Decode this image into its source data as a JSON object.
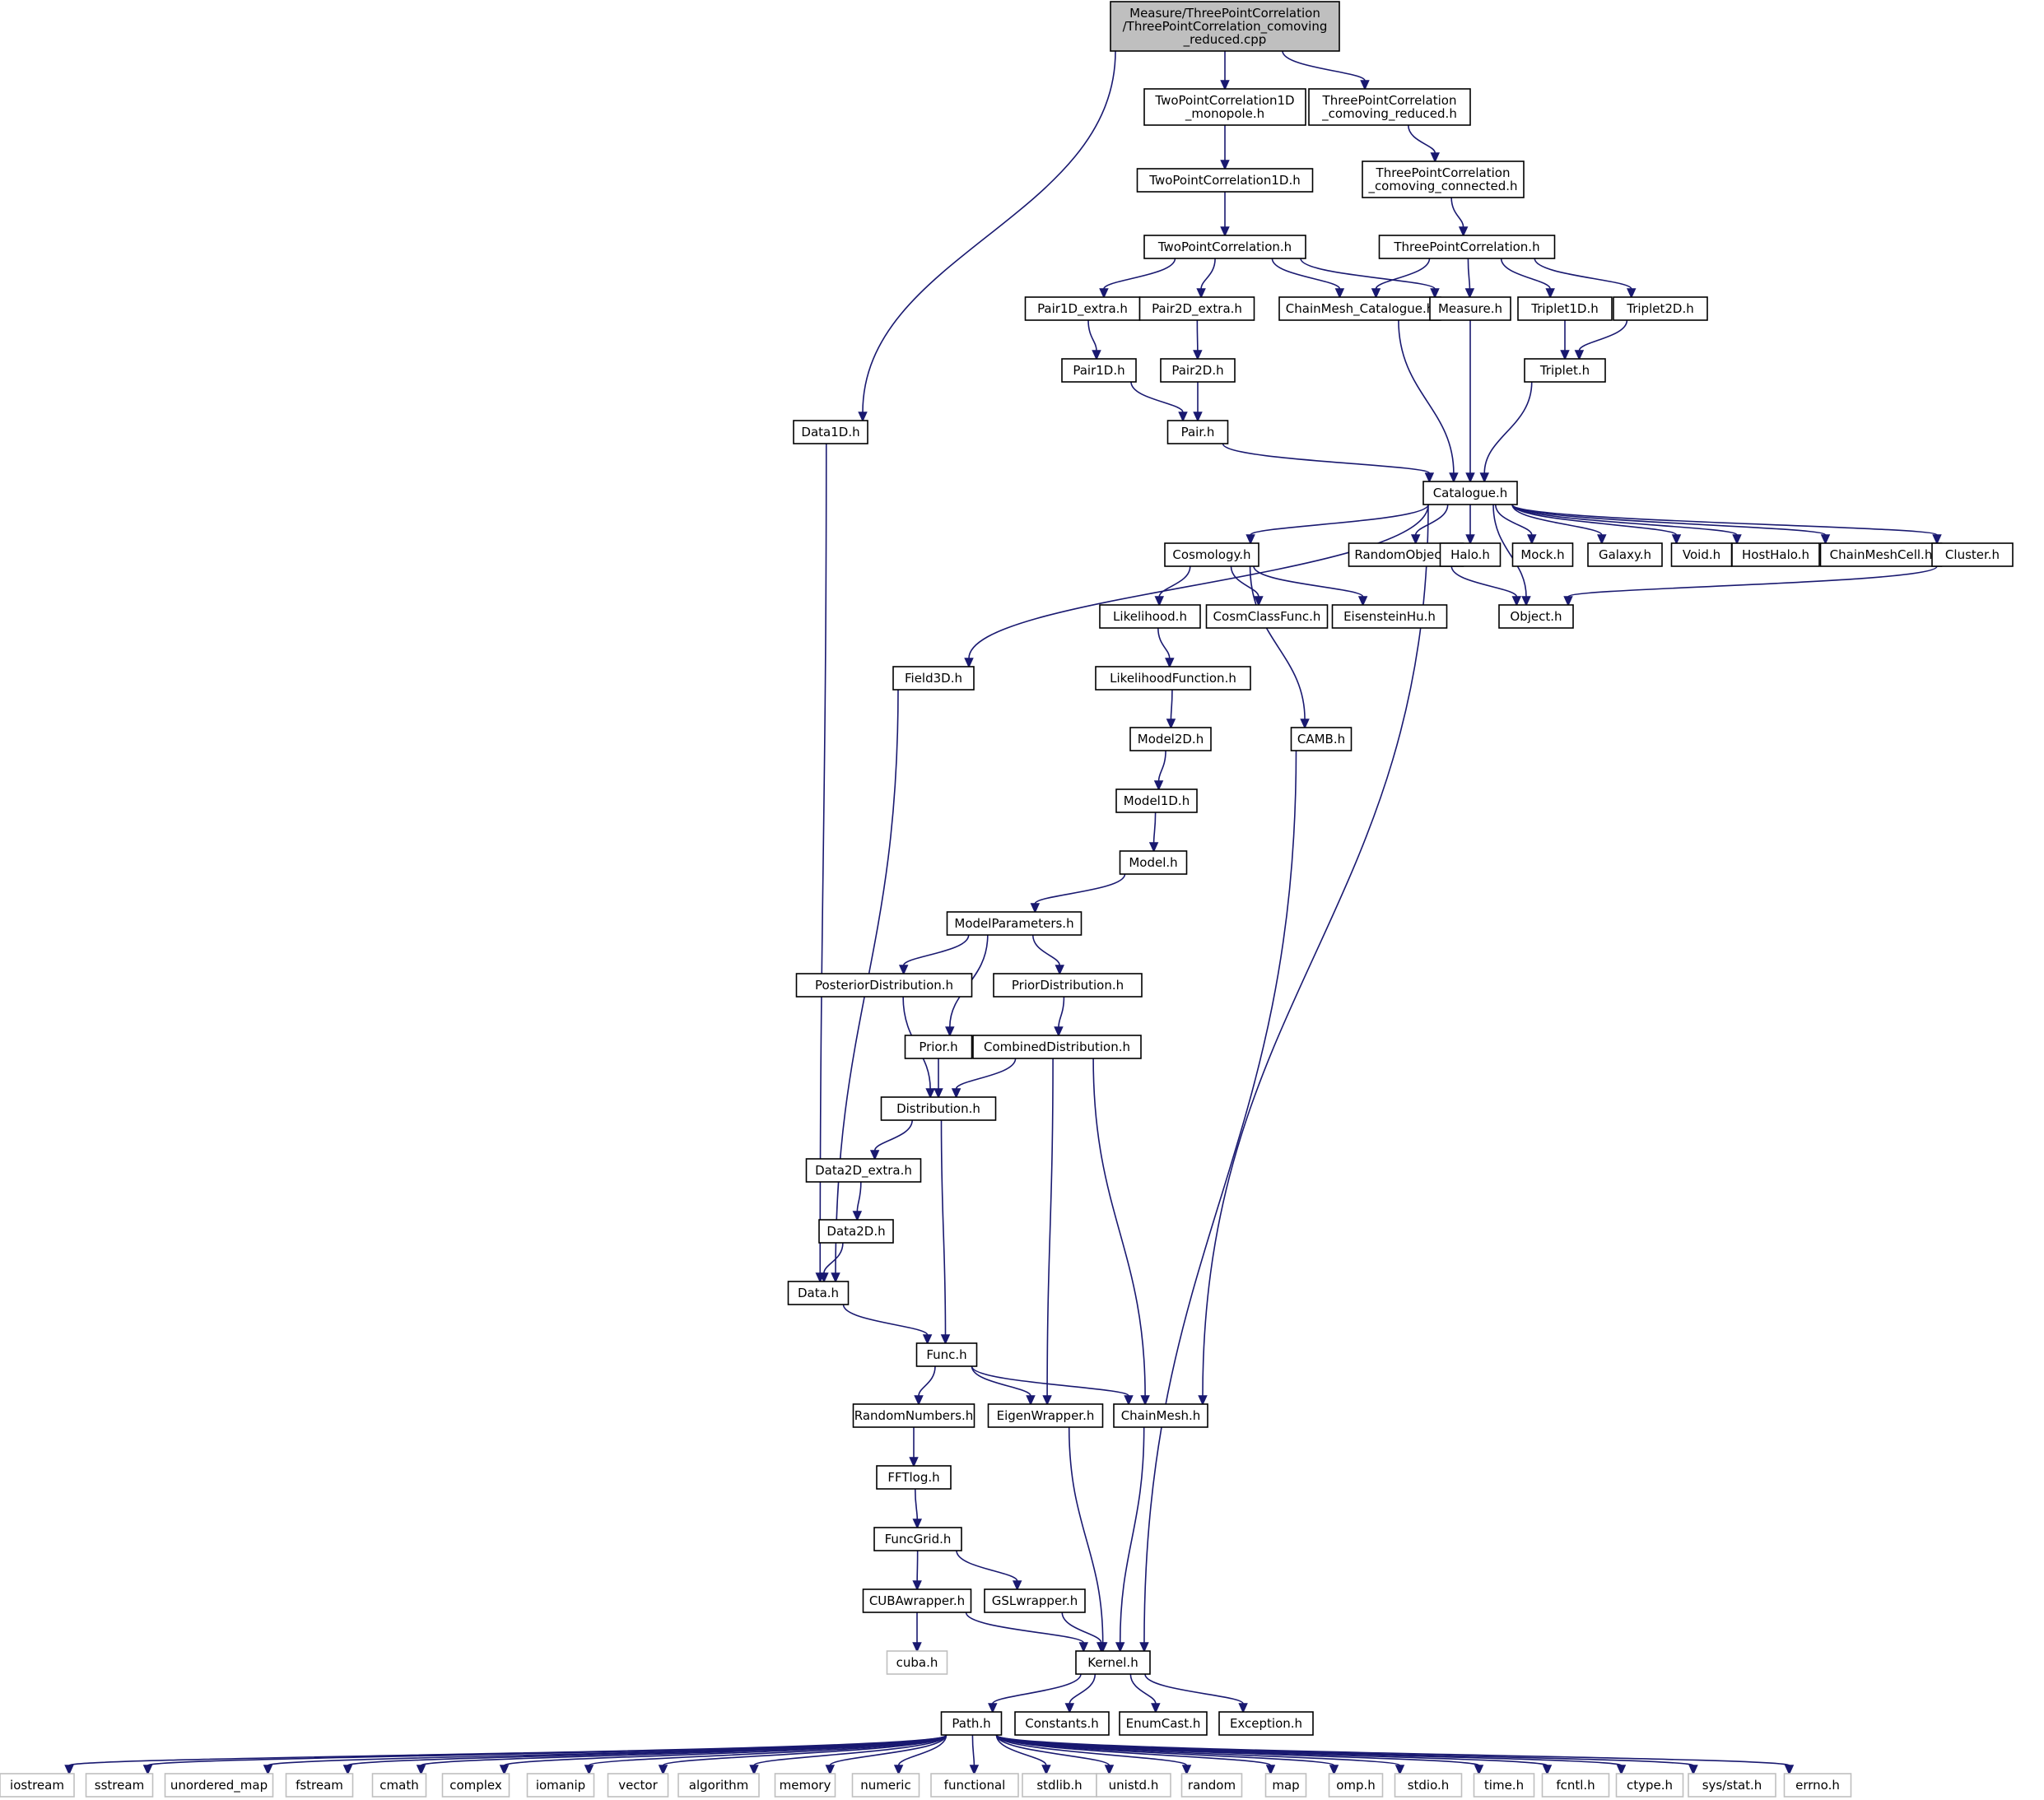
{
  "colors": {
    "edge": "#191970",
    "root_fill": "#bfbfbf",
    "system_header_border": "#bfbfbf",
    "node_border": "#000000"
  },
  "nodes": [
    {
      "id": "root",
      "lines": [
        "Measure/ThreePointCorrelation",
        "/ThreePointCorrelation_comoving",
        "_reduced.cpp"
      ],
      "kind": "root"
    },
    {
      "id": "tpc1d_mono",
      "lines": [
        "TwoPointCorrelation1D",
        "_monopole.h"
      ]
    },
    {
      "id": "threepc_red",
      "lines": [
        "ThreePointCorrelation",
        "_comoving_reduced.h"
      ]
    },
    {
      "id": "tpc1d",
      "lines": [
        "TwoPointCorrelation1D.h"
      ]
    },
    {
      "id": "threepc_con",
      "lines": [
        "ThreePointCorrelation",
        "_comoving_connected.h"
      ]
    },
    {
      "id": "tpc",
      "lines": [
        "TwoPointCorrelation.h"
      ]
    },
    {
      "id": "threepc",
      "lines": [
        "ThreePointCorrelation.h"
      ]
    },
    {
      "id": "pair1d_extra",
      "lines": [
        "Pair1D_extra.h"
      ]
    },
    {
      "id": "pair2d_extra",
      "lines": [
        "Pair2D_extra.h"
      ]
    },
    {
      "id": "chainmesh_cat",
      "lines": [
        "ChainMesh_Catalogue.h"
      ]
    },
    {
      "id": "measure",
      "lines": [
        "Measure.h"
      ]
    },
    {
      "id": "triplet1d",
      "lines": [
        "Triplet1D.h"
      ]
    },
    {
      "id": "triplet2d",
      "lines": [
        "Triplet2D.h"
      ]
    },
    {
      "id": "pair1d",
      "lines": [
        "Pair1D.h"
      ]
    },
    {
      "id": "pair2d",
      "lines": [
        "Pair2D.h"
      ]
    },
    {
      "id": "triplet",
      "lines": [
        "Triplet.h"
      ]
    },
    {
      "id": "data1d",
      "lines": [
        "Data1D.h"
      ]
    },
    {
      "id": "pair",
      "lines": [
        "Pair.h"
      ]
    },
    {
      "id": "catalogue",
      "lines": [
        "Catalogue.h"
      ]
    },
    {
      "id": "cosmology",
      "lines": [
        "Cosmology.h"
      ]
    },
    {
      "id": "randomobject",
      "lines": [
        "RandomObject.h"
      ]
    },
    {
      "id": "halo",
      "lines": [
        "Halo.h"
      ]
    },
    {
      "id": "mock",
      "lines": [
        "Mock.h"
      ]
    },
    {
      "id": "galaxy",
      "lines": [
        "Galaxy.h"
      ]
    },
    {
      "id": "void",
      "lines": [
        "Void.h"
      ]
    },
    {
      "id": "hosthalo",
      "lines": [
        "HostHalo.h"
      ]
    },
    {
      "id": "chainmeshcell",
      "lines": [
        "ChainMeshCell.h"
      ]
    },
    {
      "id": "cluster",
      "lines": [
        "Cluster.h"
      ]
    },
    {
      "id": "likelihood",
      "lines": [
        "Likelihood.h"
      ]
    },
    {
      "id": "cosmclassfunc",
      "lines": [
        "CosmClassFunc.h"
      ]
    },
    {
      "id": "eisensteinhu",
      "lines": [
        "EisensteinHu.h"
      ]
    },
    {
      "id": "object",
      "lines": [
        "Object.h"
      ]
    },
    {
      "id": "field3d",
      "lines": [
        "Field3D.h"
      ]
    },
    {
      "id": "likelihoodfunction",
      "lines": [
        "LikelihoodFunction.h"
      ]
    },
    {
      "id": "model2d",
      "lines": [
        "Model2D.h"
      ]
    },
    {
      "id": "camb",
      "lines": [
        "CAMB.h"
      ]
    },
    {
      "id": "model1d",
      "lines": [
        "Model1D.h"
      ]
    },
    {
      "id": "model",
      "lines": [
        "Model.h"
      ]
    },
    {
      "id": "modelparameters",
      "lines": [
        "ModelParameters.h"
      ]
    },
    {
      "id": "posterior",
      "lines": [
        "PosteriorDistribution.h"
      ]
    },
    {
      "id": "priordist",
      "lines": [
        "PriorDistribution.h"
      ]
    },
    {
      "id": "prior",
      "lines": [
        "Prior.h"
      ]
    },
    {
      "id": "combined",
      "lines": [
        "CombinedDistribution.h"
      ]
    },
    {
      "id": "distribution",
      "lines": [
        "Distribution.h"
      ]
    },
    {
      "id": "data2d_extra",
      "lines": [
        "Data2D_extra.h"
      ]
    },
    {
      "id": "data2d",
      "lines": [
        "Data2D.h"
      ]
    },
    {
      "id": "data",
      "lines": [
        "Data.h"
      ]
    },
    {
      "id": "func",
      "lines": [
        "Func.h"
      ]
    },
    {
      "id": "randomnumbers",
      "lines": [
        "RandomNumbers.h"
      ]
    },
    {
      "id": "eigenwrapper",
      "lines": [
        "EigenWrapper.h"
      ]
    },
    {
      "id": "chainmesh",
      "lines": [
        "ChainMesh.h"
      ]
    },
    {
      "id": "fftlog",
      "lines": [
        "FFTlog.h"
      ]
    },
    {
      "id": "funcgrid",
      "lines": [
        "FuncGrid.h"
      ]
    },
    {
      "id": "cubawrapper",
      "lines": [
        "CUBAwrapper.h"
      ]
    },
    {
      "id": "gslwrapper",
      "lines": [
        "GSLwrapper.h"
      ]
    },
    {
      "id": "cuba",
      "lines": [
        "cuba.h"
      ],
      "kind": "sys"
    },
    {
      "id": "kernel",
      "lines": [
        "Kernel.h"
      ]
    },
    {
      "id": "path",
      "lines": [
        "Path.h"
      ]
    },
    {
      "id": "constants",
      "lines": [
        "Constants.h"
      ]
    },
    {
      "id": "enumcast",
      "lines": [
        "EnumCast.h"
      ]
    },
    {
      "id": "exception",
      "lines": [
        "Exception.h"
      ]
    },
    {
      "id": "iostream",
      "lines": [
        "iostream"
      ],
      "kind": "sys"
    },
    {
      "id": "sstream",
      "lines": [
        "sstream"
      ],
      "kind": "sys"
    },
    {
      "id": "unordered_map",
      "lines": [
        "unordered_map"
      ],
      "kind": "sys"
    },
    {
      "id": "fstream",
      "lines": [
        "fstream"
      ],
      "kind": "sys"
    },
    {
      "id": "cmath",
      "lines": [
        "cmath"
      ],
      "kind": "sys"
    },
    {
      "id": "complex",
      "lines": [
        "complex"
      ],
      "kind": "sys"
    },
    {
      "id": "iomanip",
      "lines": [
        "iomanip"
      ],
      "kind": "sys"
    },
    {
      "id": "vector",
      "lines": [
        "vector"
      ],
      "kind": "sys"
    },
    {
      "id": "algorithm",
      "lines": [
        "algorithm"
      ],
      "kind": "sys"
    },
    {
      "id": "memory",
      "lines": [
        "memory"
      ],
      "kind": "sys"
    },
    {
      "id": "numeric",
      "lines": [
        "numeric"
      ],
      "kind": "sys"
    },
    {
      "id": "functional",
      "lines": [
        "functional"
      ],
      "kind": "sys"
    },
    {
      "id": "stdlib",
      "lines": [
        "stdlib.h"
      ],
      "kind": "sys"
    },
    {
      "id": "unistd",
      "lines": [
        "unistd.h"
      ],
      "kind": "sys"
    },
    {
      "id": "random",
      "lines": [
        "random"
      ],
      "kind": "sys"
    },
    {
      "id": "map",
      "lines": [
        "map"
      ],
      "kind": "sys"
    },
    {
      "id": "omp",
      "lines": [
        "omp.h"
      ],
      "kind": "sys"
    },
    {
      "id": "stdio",
      "lines": [
        "stdio.h"
      ],
      "kind": "sys"
    },
    {
      "id": "time",
      "lines": [
        "time.h"
      ],
      "kind": "sys"
    },
    {
      "id": "fcntl",
      "lines": [
        "fcntl.h"
      ],
      "kind": "sys"
    },
    {
      "id": "ctype",
      "lines": [
        "ctype.h"
      ],
      "kind": "sys"
    },
    {
      "id": "sysstat",
      "lines": [
        "sys/stat.h"
      ],
      "kind": "sys"
    },
    {
      "id": "errno",
      "lines": [
        "errno.h"
      ],
      "kind": "sys"
    }
  ],
  "edges": [
    [
      "root",
      "data1d"
    ],
    [
      "root",
      "tpc1d_mono"
    ],
    [
      "root",
      "threepc_red"
    ],
    [
      "tpc1d_mono",
      "tpc1d"
    ],
    [
      "threepc_red",
      "threepc_con"
    ],
    [
      "tpc1d",
      "tpc"
    ],
    [
      "threepc_con",
      "threepc"
    ],
    [
      "tpc",
      "pair1d_extra"
    ],
    [
      "tpc",
      "pair2d_extra"
    ],
    [
      "tpc",
      "chainmesh_cat"
    ],
    [
      "tpc",
      "measure"
    ],
    [
      "threepc",
      "chainmesh_cat"
    ],
    [
      "threepc",
      "measure"
    ],
    [
      "threepc",
      "triplet1d"
    ],
    [
      "threepc",
      "triplet2d"
    ],
    [
      "pair1d_extra",
      "pair1d"
    ],
    [
      "pair2d_extra",
      "pair2d"
    ],
    [
      "triplet1d",
      "triplet"
    ],
    [
      "triplet2d",
      "triplet"
    ],
    [
      "pair1d",
      "pair"
    ],
    [
      "pair2d",
      "pair"
    ],
    [
      "pair",
      "catalogue"
    ],
    [
      "chainmesh_cat",
      "catalogue"
    ],
    [
      "measure",
      "catalogue"
    ],
    [
      "triplet",
      "catalogue"
    ],
    [
      "data1d",
      "data"
    ],
    [
      "catalogue",
      "field3d"
    ],
    [
      "catalogue",
      "chainmesh"
    ],
    [
      "catalogue",
      "cosmology"
    ],
    [
      "catalogue",
      "object"
    ],
    [
      "catalogue",
      "randomobject"
    ],
    [
      "catalogue",
      "halo"
    ],
    [
      "catalogue",
      "mock"
    ],
    [
      "catalogue",
      "galaxy"
    ],
    [
      "catalogue",
      "void"
    ],
    [
      "catalogue",
      "hosthalo"
    ],
    [
      "catalogue",
      "chainmeshcell"
    ],
    [
      "catalogue",
      "cluster"
    ],
    [
      "randomobject",
      "object"
    ],
    [
      "cluster",
      "object"
    ],
    [
      "cosmology",
      "likelihood"
    ],
    [
      "cosmology",
      "cosmclassfunc"
    ],
    [
      "cosmology",
      "eisensteinhu"
    ],
    [
      "cosmology",
      "camb"
    ],
    [
      "likelihood",
      "likelihoodfunction"
    ],
    [
      "likelihoodfunction",
      "model2d"
    ],
    [
      "model2d",
      "model1d"
    ],
    [
      "model1d",
      "model"
    ],
    [
      "model",
      "modelparameters"
    ],
    [
      "modelparameters",
      "posterior"
    ],
    [
      "modelparameters",
      "prior"
    ],
    [
      "modelparameters",
      "priordist"
    ],
    [
      "priordist",
      "combined"
    ],
    [
      "posterior",
      "distribution"
    ],
    [
      "prior",
      "distribution"
    ],
    [
      "combined",
      "distribution"
    ],
    [
      "combined",
      "eigenwrapper"
    ],
    [
      "combined",
      "chainmesh"
    ],
    [
      "distribution",
      "data2d_extra"
    ],
    [
      "distribution",
      "func"
    ],
    [
      "data2d_extra",
      "data2d"
    ],
    [
      "data2d",
      "data"
    ],
    [
      "field3d",
      "data"
    ],
    [
      "data",
      "func"
    ],
    [
      "func",
      "randomnumbers"
    ],
    [
      "func",
      "eigenwrapper"
    ],
    [
      "func",
      "chainmesh"
    ],
    [
      "randomnumbers",
      "fftlog"
    ],
    [
      "fftlog",
      "funcgrid"
    ],
    [
      "funcgrid",
      "cubawrapper"
    ],
    [
      "funcgrid",
      "gslwrapper"
    ],
    [
      "cubawrapper",
      "cuba"
    ],
    [
      "cubawrapper",
      "kernel"
    ],
    [
      "gslwrapper",
      "kernel"
    ],
    [
      "eigenwrapper",
      "kernel"
    ],
    [
      "chainmesh",
      "kernel"
    ],
    [
      "camb",
      "kernel"
    ],
    [
      "kernel",
      "path"
    ],
    [
      "kernel",
      "constants"
    ],
    [
      "kernel",
      "enumcast"
    ],
    [
      "kernel",
      "exception"
    ],
    [
      "path",
      "iostream"
    ],
    [
      "path",
      "sstream"
    ],
    [
      "path",
      "unordered_map"
    ],
    [
      "path",
      "fstream"
    ],
    [
      "path",
      "cmath"
    ],
    [
      "path",
      "complex"
    ],
    [
      "path",
      "iomanip"
    ],
    [
      "path",
      "vector"
    ],
    [
      "path",
      "algorithm"
    ],
    [
      "path",
      "memory"
    ],
    [
      "path",
      "numeric"
    ],
    [
      "path",
      "functional"
    ],
    [
      "path",
      "stdlib"
    ],
    [
      "path",
      "unistd"
    ],
    [
      "path",
      "random"
    ],
    [
      "path",
      "map"
    ],
    [
      "path",
      "omp"
    ],
    [
      "path",
      "stdio"
    ],
    [
      "path",
      "time"
    ],
    [
      "path",
      "fcntl"
    ],
    [
      "path",
      "ctype"
    ],
    [
      "path",
      "sysstat"
    ],
    [
      "path",
      "errno"
    ]
  ]
}
